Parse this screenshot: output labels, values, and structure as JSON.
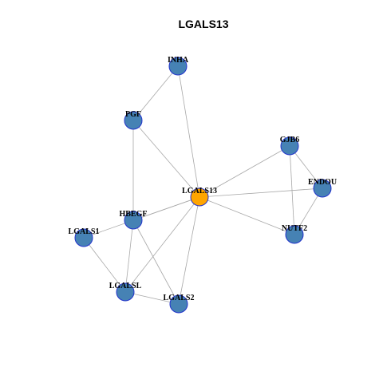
{
  "title": "LGALS13",
  "colors": {
    "center_fill": "#ffa500",
    "neighbor_fill": "#4682b4",
    "node_stroke": "#2233cc",
    "edge": "#a8a8a8"
  },
  "graph": {
    "center": "LGALS13",
    "nodes": [
      {
        "id": "INHA",
        "label": "INHA",
        "role": "neighbor"
      },
      {
        "id": "PGF",
        "label": "PGF",
        "role": "neighbor"
      },
      {
        "id": "GJB6",
        "label": "GJB6",
        "role": "neighbor"
      },
      {
        "id": "ENDOU",
        "label": "ENDOU",
        "role": "neighbor"
      },
      {
        "id": "LGALS13",
        "label": "LGALS13",
        "role": "center"
      },
      {
        "id": "HBEGF",
        "label": "HBEGF",
        "role": "neighbor"
      },
      {
        "id": "LGALS1",
        "label": "LGALS1",
        "role": "neighbor"
      },
      {
        "id": "NUTF2",
        "label": "NUTF2",
        "role": "neighbor"
      },
      {
        "id": "LGALSL",
        "label": "LGALSL",
        "role": "neighbor"
      },
      {
        "id": "LGALS2",
        "label": "LGALS2",
        "role": "neighbor"
      }
    ],
    "edges": [
      [
        "INHA",
        "PGF"
      ],
      [
        "INHA",
        "LGALS13"
      ],
      [
        "PGF",
        "LGALS13"
      ],
      [
        "PGF",
        "HBEGF"
      ],
      [
        "GJB6",
        "LGALS13"
      ],
      [
        "GJB6",
        "ENDOU"
      ],
      [
        "GJB6",
        "NUTF2"
      ],
      [
        "ENDOU",
        "LGALS13"
      ],
      [
        "ENDOU",
        "NUTF2"
      ],
      [
        "LGALS13",
        "NUTF2"
      ],
      [
        "LGALS13",
        "HBEGF"
      ],
      [
        "LGALS13",
        "LGALS1"
      ],
      [
        "LGALS13",
        "LGALSL"
      ],
      [
        "LGALS13",
        "LGALS2"
      ],
      [
        "HBEGF",
        "LGALSL"
      ],
      [
        "HBEGF",
        "LGALS2"
      ],
      [
        "LGALS1",
        "LGALSL"
      ],
      [
        "LGALSL",
        "LGALS2"
      ]
    ]
  }
}
